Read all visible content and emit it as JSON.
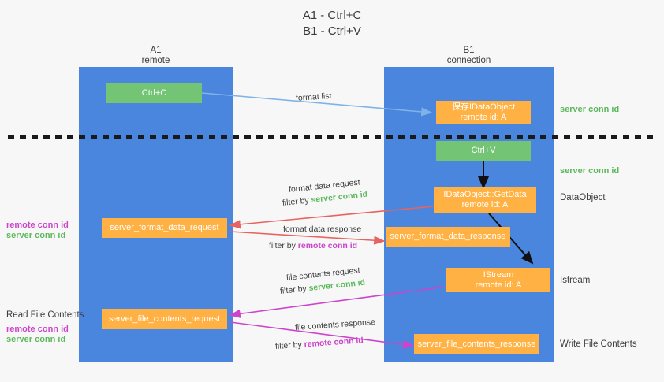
{
  "title": "A1 - Ctrl+C\nB1 - Ctrl+V",
  "colors": {
    "lane": "#4a86de",
    "green_box": "#73c475",
    "orange_box": "#ffb143",
    "server_conn_id": "#5cb85c",
    "remote_conn_id": "#cc44cc",
    "red_arrow": "#e8635f",
    "blue_arrow": "#7fb3e8",
    "magenta_arrow": "#cc44cc",
    "black_arrow": "#111111",
    "background": "#f7f7f7"
  },
  "columns": {
    "left": {
      "name": "A1",
      "role": "remote",
      "header": "A1\nremote"
    },
    "right": {
      "name": "B1",
      "role": "connection",
      "header": "B1\nconnection"
    }
  },
  "boxes": {
    "ctrl_c": "Ctrl+C",
    "ctrl_v": "Ctrl+V",
    "save_idataobject": "保存IDataObject\nremote id: A",
    "getdata": "IDataObject::GetData\nremote id: A",
    "istream": "IStream\nremote id: A",
    "server_format_data_request": "server_format_data_request",
    "server_format_data_response": "server_format_data_response",
    "server_file_contents_request": "server_file_contents_request",
    "server_file_contents_response": "server_file_contents_response"
  },
  "flow_labels": {
    "format_list": "format list",
    "format_data_request": "format data request",
    "format_data_request_filter_prefix": "filter by ",
    "format_data_request_filter_value": "server conn id",
    "format_data_response": "format data response",
    "format_data_response_filter_prefix": "filter by ",
    "format_data_response_filter_value": "remote conn id",
    "file_contents_request": "file contents request",
    "file_contents_request_filter_prefix": "filter by ",
    "file_contents_request_filter_value": "server conn id",
    "file_contents_response": "file contents response",
    "file_contents_response_filter_prefix": "filter by ",
    "file_contents_response_filter_value": "remote conn id"
  },
  "left_annotations": {
    "format_remote": "remote conn id",
    "format_server": "server conn id",
    "read_file_contents": "Read File Contents",
    "file_remote": "remote conn id",
    "file_server": "server conn id"
  },
  "right_annotations": {
    "server_conn_id_top": "server conn id",
    "server_conn_id_mid": "server conn id",
    "dataobject": "DataObject",
    "istream": "Istream",
    "write_file_contents": "Write File Contents"
  }
}
